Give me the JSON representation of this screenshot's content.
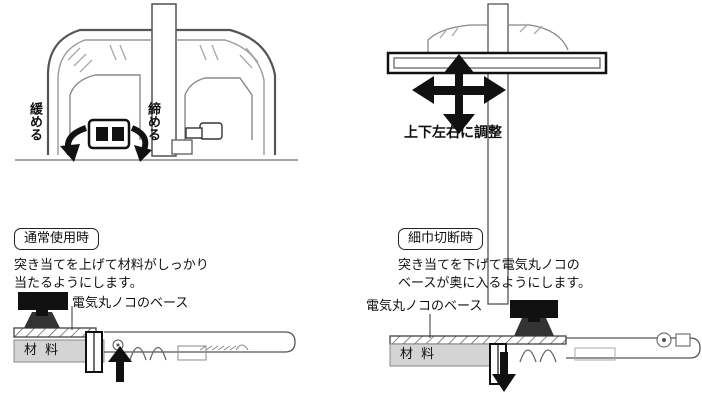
{
  "top_left": {
    "loosen": "緩める",
    "tighten": "締める"
  },
  "top_right": {
    "adjust": "上下左右に調整"
  },
  "bottom_left": {
    "mode": "通常使用時",
    "desc_line1": "突き当てを上げて材料がしっかり",
    "desc_line2": "当たるようにします。",
    "base_label": "電気丸ノコのベース",
    "material": "材 料"
  },
  "bottom_right": {
    "mode": "細巾切断時",
    "desc_line1": "突き当てを下げて電気丸ノコの",
    "desc_line2": "ベースが奥に入るようにします。",
    "base_label": "電気丸ノコのベース",
    "material": "材 料"
  },
  "colors": {
    "ink": "#111111",
    "line": "#444444",
    "light": "#cfcfcf",
    "material": "#d4d4d4"
  }
}
